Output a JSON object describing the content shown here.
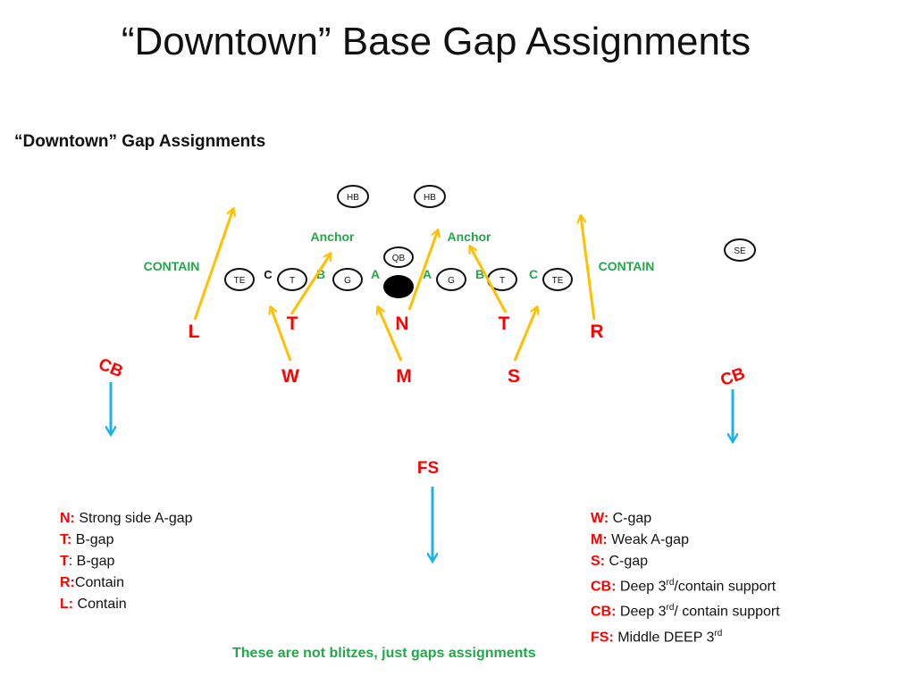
{
  "title": "“Downtown” Base Gap Assignments",
  "subtitle": "“Downtown” Gap Assignments",
  "offense": {
    "halfbacks": [
      "HB",
      "HB"
    ],
    "quarterback": "QB",
    "split_end": "SE",
    "line": [
      "TE",
      "T",
      "G",
      "G",
      "T",
      "TE"
    ]
  },
  "gap_labels": {
    "c_left": "C",
    "b_left": "B",
    "a_left": "A",
    "a_right": "A",
    "b_right": "B",
    "c_right": "C"
  },
  "anchor_left": "Anchor",
  "anchor_right": "Anchor",
  "contain_left": "CONTAIN",
  "contain_right": "CONTAIN",
  "defense": {
    "L": "L",
    "T1": "T",
    "N": "N",
    "T2": "T",
    "R": "R",
    "W": "W",
    "M": "M",
    "S": "S",
    "CB_left": "CB",
    "CB_right": "CB",
    "FS": "FS"
  },
  "colors": {
    "defender": "#ff0000",
    "gap_arrow": "#ffc000",
    "coverage_arrow": "#1cb4e8",
    "label_green": "#22a84a"
  },
  "legend_left": [
    {
      "key": "N:",
      "text": " Strong side A-gap"
    },
    {
      "key": "T:",
      "text": " B-gap"
    },
    {
      "key": "T",
      "text": ": B-gap"
    },
    {
      "key": "R:",
      "text": "Contain"
    },
    {
      "key": "L:",
      "text": " Contain"
    }
  ],
  "legend_right": [
    {
      "key": "W:",
      "text": " C-gap"
    },
    {
      "key": "M:",
      "text": " Weak A-gap"
    },
    {
      "key": "S:",
      "text": " C-gap"
    },
    {
      "key": "CB:",
      "text": " Deep 3",
      "sup": "rd",
      "tail": "/contain support"
    },
    {
      "key": "CB:",
      "text": " Deep 3",
      "sup": "rd",
      "tail": "/ contain support"
    },
    {
      "key": "FS:",
      "text": " Middle DEEP 3",
      "sup": "rd",
      "tail": ""
    }
  ],
  "footer": "These are not blitzes, just gaps assignments"
}
